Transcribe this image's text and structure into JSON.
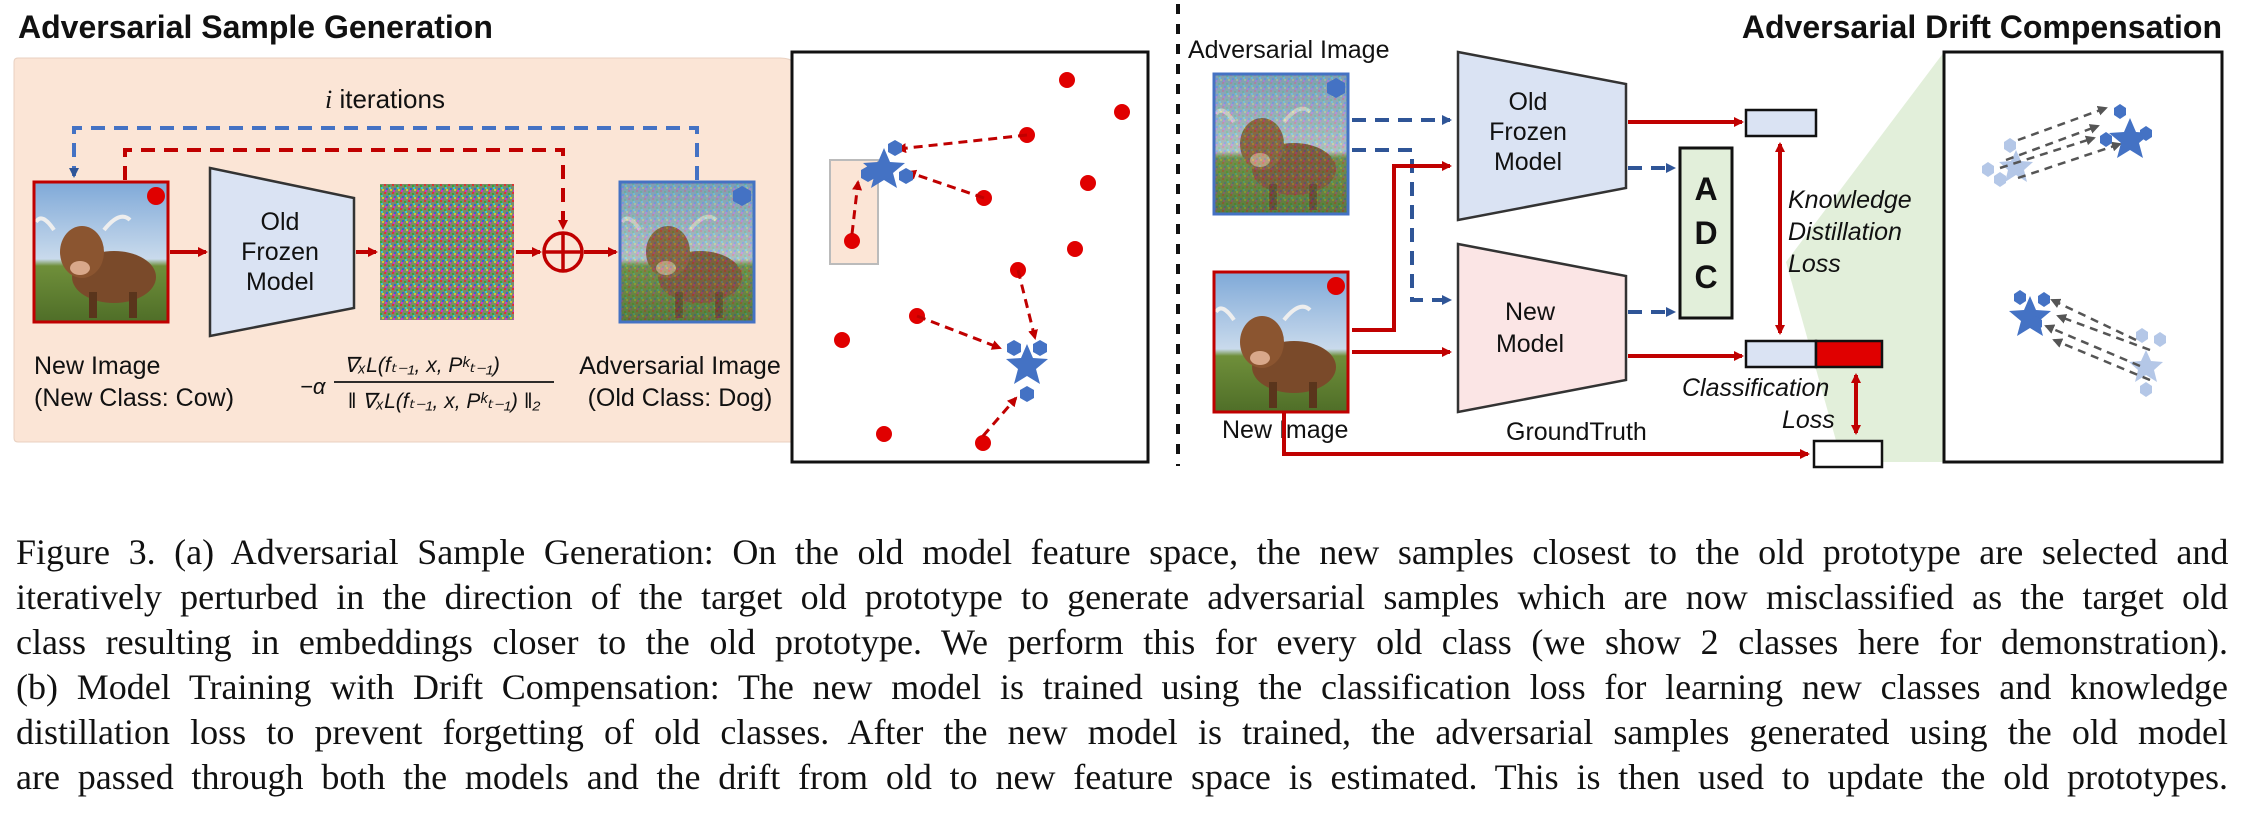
{
  "left_panel": {
    "title": "Adversarial Sample Generation",
    "iterations_label": "i iterations",
    "iter_var": "i",
    "iter_word": "iterations",
    "model_label": [
      "Old",
      "Frozen",
      "Model"
    ],
    "new_image_label": [
      "New Image",
      "(New Class: Cow)"
    ],
    "adv_image_label": [
      "Adversarial Image",
      "(Old Class: Dog)"
    ],
    "formula_prefix": "−α",
    "formula_numerator": "∇ₓL(fₜ₋₁, x, Pᵏₜ₋₁)",
    "formula_denominator": "‖ ∇ₓL(fₜ₋₁, x, Pᵏₜ₋₁) ‖₂"
  },
  "right_panel": {
    "title": "Adversarial Drift Compensation",
    "adv_image_label": "Adversarial Image",
    "old_model_label": [
      "Old",
      "Frozen",
      "Model"
    ],
    "new_model_label": [
      "New",
      "Model"
    ],
    "adc_label": [
      "A",
      "D",
      "C"
    ],
    "new_image_label": "New Image",
    "groundtruth_label": "GroundTruth",
    "kd_loss_label": [
      "Knowledge",
      "Distillation",
      "Loss"
    ],
    "cls_loss_label": [
      "Classification",
      "Loss"
    ]
  },
  "colors": {
    "red": "#c00000",
    "dot_red": "#e00000",
    "blue": "#4472c4",
    "light_blue": "#dae3f3",
    "pink": "#fbe5e5",
    "peach": "#fbe5d6",
    "light_green": "#e2efda",
    "adc_green": "#e2efda"
  },
  "caption": {
    "lines": [
      "Figure 3. (a) Adversarial Sample Generation: On the old model feature space, the new samples closest to the old prototype are selected and",
      "iteratively perturbed in the direction of the target old prototype to generate adversarial samples which are now misclassified as the target old",
      "class resulting in embeddings closer to the old prototype. We perform this for every old class (we show 2 classes here for demonstration).",
      "(b) Model Training with Drift Compensation: The new model is trained using the classification loss for learning new classes and knowledge",
      "distillation loss to prevent forgetting of old classes. After the new model is trained, the adversarial samples generated using the old model",
      "are passed through both the models and the drift from old to new feature space is estimated. This is then used to update the old prototypes."
    ]
  }
}
